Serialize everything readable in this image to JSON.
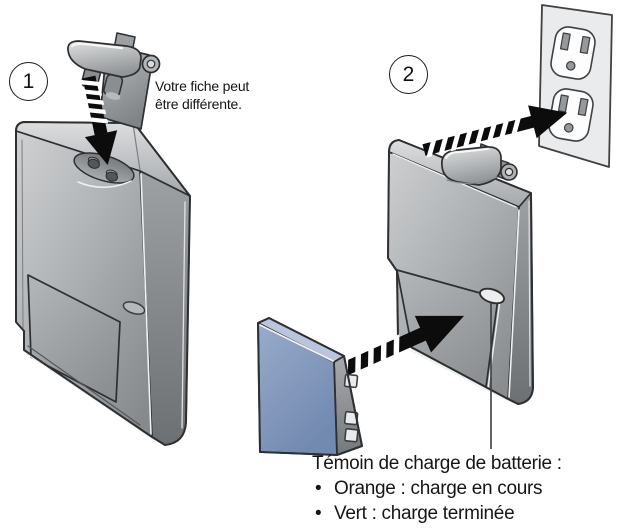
{
  "figure": {
    "type": "battery-charger-instruction-diagram",
    "background": "#ffffff",
    "steps": [
      {
        "number": "1",
        "note": "Votre fiche peut\nêtre différente."
      },
      {
        "number": "2"
      }
    ],
    "led_note": {
      "title": "Témoin de charge de batterie :",
      "bullet": "•",
      "items": [
        "Orange : charge en cours",
        "Vert : charge terminée"
      ]
    },
    "colors": {
      "outline": "#2d2f31",
      "charger_gray": "#a9acaf",
      "battery_blue": "#8095ba",
      "arrow_black": "#0c0c0c",
      "text": "#161616"
    }
  }
}
